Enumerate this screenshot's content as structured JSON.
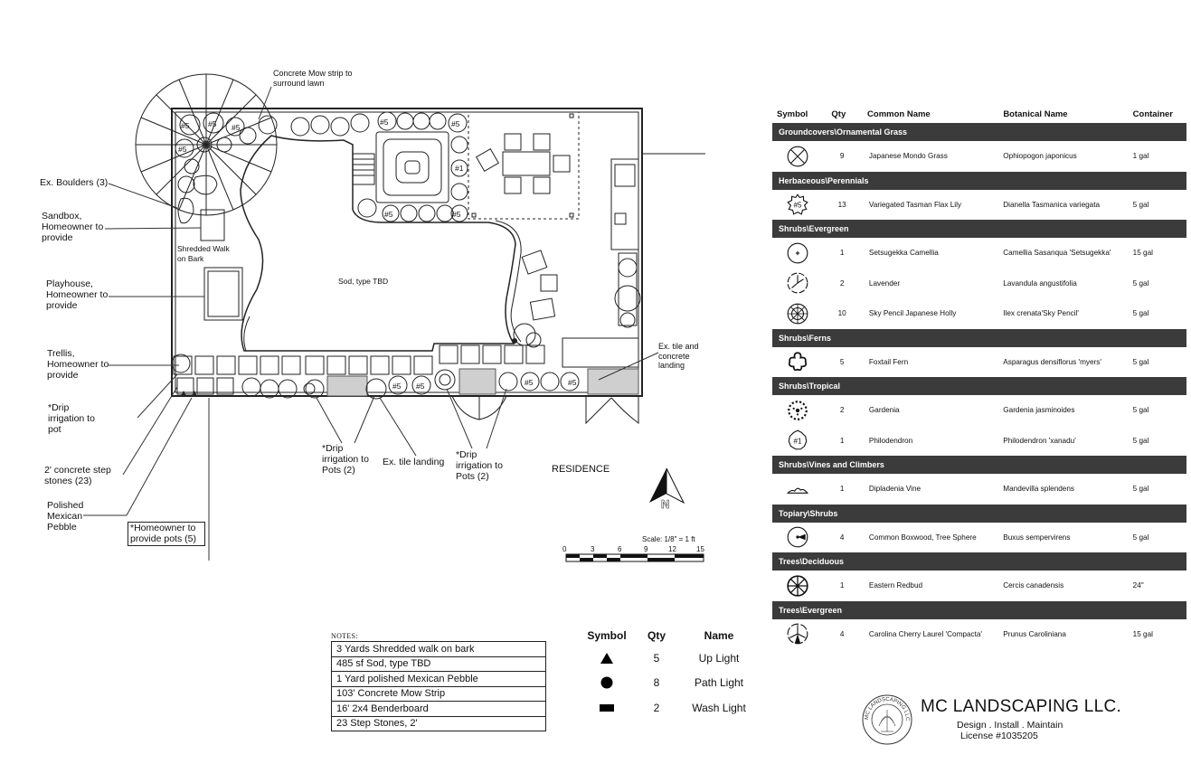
{
  "plan_labels": {
    "mow_strip": [
      "Concrete Mow strip to",
      "surround lawn"
    ],
    "boulders": "Ex. Boulders (3)",
    "sandbox": [
      "Sandbox,",
      "Homeowner to",
      "provide"
    ],
    "shredded": [
      "Shredded Walk",
      "on Bark"
    ],
    "playhouse": [
      "Playhouse,",
      "Homeowner to",
      "provide"
    ],
    "sod": "Sod, type TBD",
    "trellis": [
      "Trellis,",
      "Homeowner to",
      "provide"
    ],
    "drip1": [
      "*Drip",
      "irrigation to",
      "pot"
    ],
    "step_stones": [
      "2' concrete step",
      "stones (23)"
    ],
    "pebble": [
      "Polished",
      "Mexican",
      "Pebble"
    ],
    "pots": [
      "*Homeowner to",
      "provide pots (5)"
    ],
    "drip2": [
      "*Drip",
      "irrigation to",
      "Pots (2)"
    ],
    "ex_tile": "Ex. tile landing",
    "drip3": [
      "*Drip",
      "irrigation to",
      "Pots (2)"
    ],
    "residence": "RESIDENCE",
    "ex_tile_concrete": [
      "Ex. tile and",
      "concrete",
      "landing"
    ],
    "plant_tags": [
      "#5",
      "#5",
      "#5",
      "#5",
      "#5",
      "#5",
      "#5",
      "#5",
      "#5",
      "#5",
      "#5",
      "#5",
      "#1"
    ],
    "north": "N",
    "scale_text": "Scale: 1/8\" = 1 ft",
    "scale_ticks": [
      "0",
      "3",
      "6",
      "9",
      "12",
      "15"
    ]
  },
  "schedule": {
    "headers": {
      "symbol": "Symbol",
      "qty": "Qty",
      "common": "Common Name",
      "botanical": "Botanical Name",
      "container": "Container"
    },
    "groups": [
      {
        "title": "Groundcovers\\Ornamental Grass",
        "rows": [
          {
            "icon": "x-circle-icon",
            "qty": "9",
            "common": "Japanese Mondo Grass",
            "botanical": "Ophiopogon japonicus",
            "container": "1 gal"
          }
        ]
      },
      {
        "title": "Herbaceous\\Perennials",
        "rows": [
          {
            "icon": "flax-lily-icon",
            "qty": "13",
            "common": "Variegated Tasman Flax Lily",
            "botanical": "Dianella Tasmanica variegata",
            "container": "5 gal",
            "tag": "#5"
          }
        ]
      },
      {
        "title": "Shrubs\\Evergreen",
        "rows": [
          {
            "icon": "camellia-icon",
            "qty": "1",
            "common": "Setsugekka Camellia",
            "botanical": "Camellia Sasanqua 'Setsugekka'",
            "container": "15 gal"
          },
          {
            "icon": "lavender-icon",
            "qty": "2",
            "common": "Lavender",
            "botanical": "Lavandula angustifolia",
            "container": "5 gal"
          },
          {
            "icon": "holly-icon",
            "qty": "10",
            "common": "Sky Pencil Japanese Holly",
            "botanical": "Ilex crenata'Sky Pencil'",
            "container": "5 gal"
          }
        ]
      },
      {
        "title": "Shrubs\\Ferns",
        "rows": [
          {
            "icon": "fern-icon",
            "qty": "5",
            "common": "Foxtail Fern",
            "botanical": "Asparagus densiflorus 'myers'",
            "container": "5 gal"
          }
        ]
      },
      {
        "title": "Shrubs\\Tropical",
        "rows": [
          {
            "icon": "gardenia-icon",
            "qty": "2",
            "common": "Gardenia",
            "botanical": "Gardenia jasminoides",
            "container": "5 gal"
          },
          {
            "icon": "philodendron-icon",
            "qty": "1",
            "common": "Philodendron",
            "botanical": "Philodendron 'xanadu'",
            "container": "5 gal",
            "tag": "#1"
          }
        ]
      },
      {
        "title": "Shrubs\\Vines and Climbers",
        "rows": [
          {
            "icon": "vine-icon",
            "qty": "1",
            "common": "Dipladenia Vine",
            "botanical": "Mandevilla splendens",
            "container": "5 gal"
          }
        ]
      },
      {
        "title": "Topiary\\Shrubs",
        "rows": [
          {
            "icon": "boxwood-icon",
            "qty": "4",
            "common": "Common Boxwood, Tree Sphere",
            "botanical": "Buxus sempervirens",
            "container": "5 gal"
          }
        ]
      },
      {
        "title": "Trees\\Deciduous",
        "rows": [
          {
            "icon": "redbud-icon",
            "qty": "1",
            "common": "Eastern Redbud",
            "botanical": "Cercis canadensis",
            "container": "24\""
          }
        ]
      },
      {
        "title": "Trees\\Evergreen",
        "rows": [
          {
            "icon": "cherry-laurel-icon",
            "qty": "4",
            "common": "Carolina Cherry Laurel 'Compacta'",
            "botanical": "Prunus Caroliniana",
            "container": "15 gal"
          }
        ]
      }
    ]
  },
  "notes": {
    "title": "NOTES:",
    "items": [
      "3 Yards Shredded walk on bark",
      "485 sf Sod, type TBD",
      "1 Yard polished Mexican Pebble",
      "103' Concrete Mow Strip",
      "16' 2x4 Benderboard",
      "23 Step Stones,  2'"
    ]
  },
  "lighting": {
    "headers": {
      "symbol": "Symbol",
      "qty": "Qty",
      "name": "Name"
    },
    "rows": [
      {
        "icon": "triangle-icon",
        "qty": "5",
        "name": "Up Light"
      },
      {
        "icon": "dot-icon",
        "qty": "8",
        "name": "Path Light"
      },
      {
        "icon": "rect-icon",
        "qty": "2",
        "name": "Wash Light"
      }
    ]
  },
  "company": {
    "name": "MC LANDSCAPING LLC.",
    "tagline": "Design . Install . Maintain",
    "license": "License #1035205",
    "seal_text": "MC LANDSCAPING LLC"
  }
}
